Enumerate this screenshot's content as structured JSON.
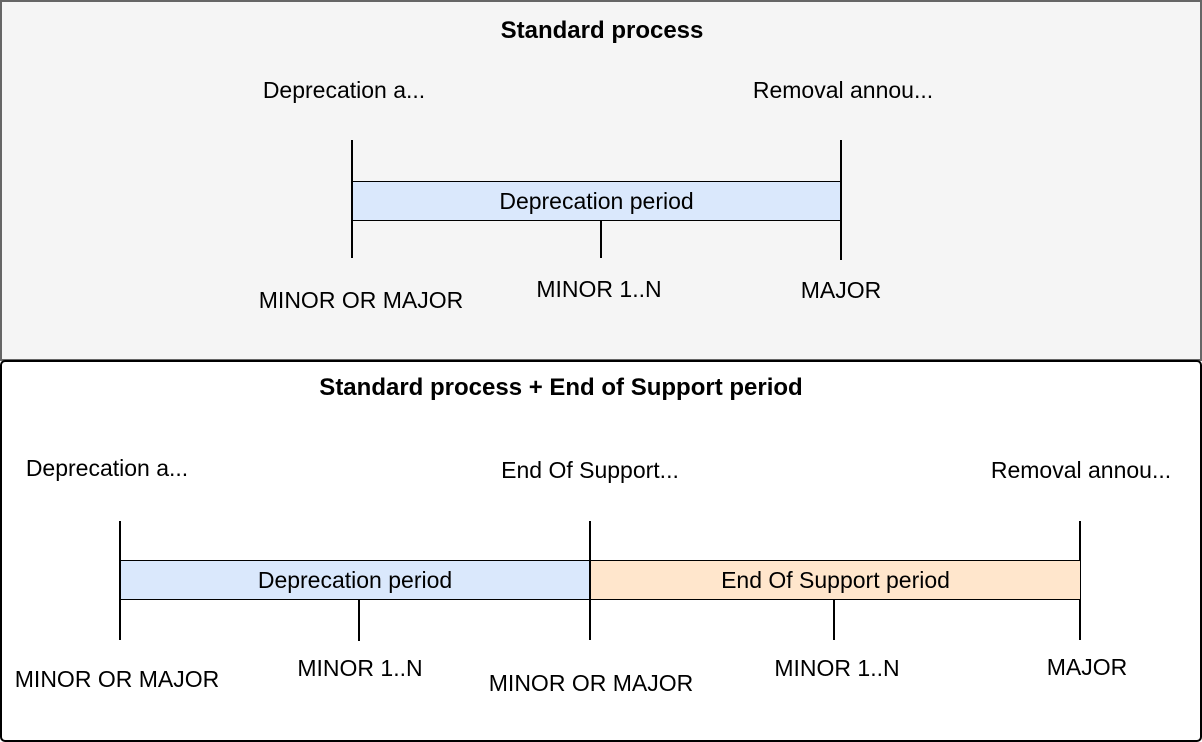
{
  "diagram": {
    "panels": [
      {
        "title": "Standard process",
        "milestones": [
          {
            "label": "Deprecation a..."
          },
          {
            "label": "Removal annou..."
          }
        ],
        "periods": [
          {
            "label": "Deprecation period",
            "color": "#dae8fc"
          }
        ],
        "releases": [
          {
            "label": "MINOR OR MAJOR"
          },
          {
            "label": "MINOR 1..N"
          },
          {
            "label": "MAJOR"
          }
        ]
      },
      {
        "title": "Standard process + End of Support period",
        "milestones": [
          {
            "label": "Deprecation a..."
          },
          {
            "label": "End Of Support..."
          },
          {
            "label": "Removal annou..."
          }
        ],
        "periods": [
          {
            "label": "Deprecation period",
            "color": "#dae8fc"
          },
          {
            "label": "End Of Support period",
            "color": "#ffe6cc"
          }
        ],
        "releases": [
          {
            "label": "MINOR OR MAJOR"
          },
          {
            "label": "MINOR 1..N"
          },
          {
            "label": "MINOR OR MAJOR"
          },
          {
            "label": "MINOR 1..N"
          },
          {
            "label": "MAJOR"
          }
        ]
      }
    ],
    "colors": {
      "panel_top_bg": "#f5f5f5",
      "panel_top_border": "#666666",
      "panel_bottom_bg": "#ffffff",
      "panel_bottom_border": "#000000",
      "deprecation_period_fill": "#dae8fc",
      "end_of_support_period_fill": "#ffe6cc",
      "line": "#000000",
      "text": "#000000"
    }
  }
}
